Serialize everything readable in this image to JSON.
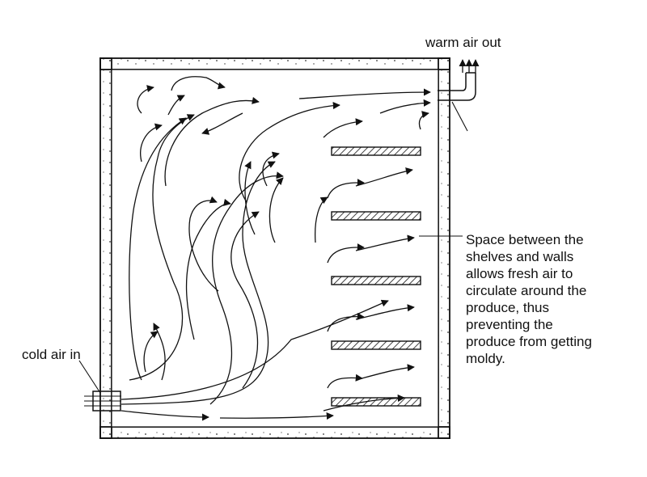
{
  "labels": {
    "warm_air_out": "warm air out",
    "cold_air_in": "cold air in"
  },
  "note_lines": [
    "Space between the",
    "shelves and walls",
    "allows fresh air to",
    "circulate around the",
    "produce, thus",
    "preventing the",
    "produce from getting",
    "moldy."
  ],
  "colors": {
    "line": "#111111",
    "background": "#ffffff"
  },
  "shelf_count": 5
}
